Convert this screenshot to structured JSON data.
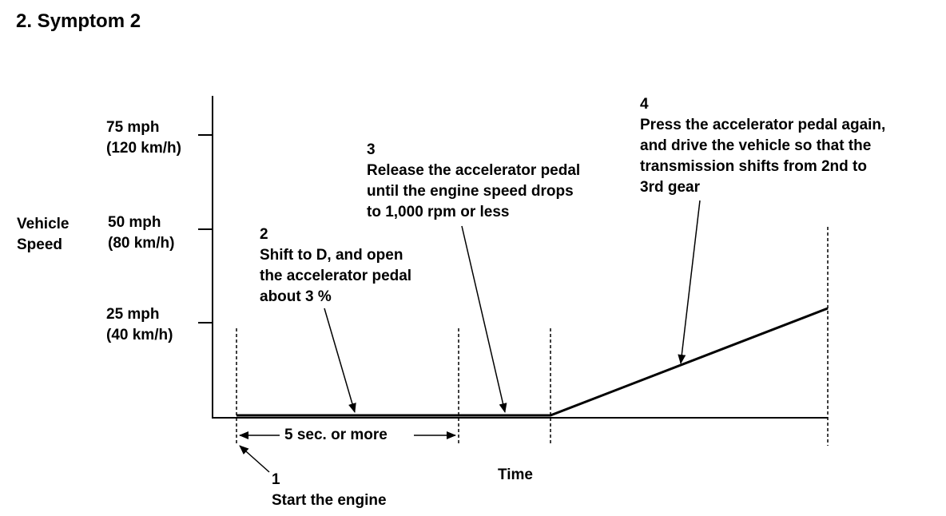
{
  "title": "2. Symptom 2",
  "y_axis": {
    "label": [
      "Vehicle",
      "Speed"
    ],
    "ticks": [
      {
        "mph": "75 mph",
        "kmh": "(120 km/h)"
      },
      {
        "mph": "50 mph",
        "kmh": "(80 km/h)"
      },
      {
        "mph": "25 mph",
        "kmh": "(40 km/h)"
      }
    ]
  },
  "x_axis": {
    "label": "Time"
  },
  "steps": [
    {
      "number": "1",
      "lines": [
        "Start the engine"
      ]
    },
    {
      "number": "2",
      "lines": [
        "Shift to D, and open",
        "the accelerator pedal",
        "about 3 %"
      ]
    },
    {
      "number": "3",
      "lines": [
        "Release the accelerator pedal",
        "until the engine speed drops",
        "to 1,000 rpm or less"
      ]
    },
    {
      "number": "4",
      "lines": [
        "Press the accelerator pedal again,",
        "and drive the vehicle so that the",
        "transmission shifts from 2nd to",
        "3rd gear"
      ]
    }
  ],
  "interval_label": "5 sec. or  more",
  "colors": {
    "line": "#000000",
    "background": "#ffffff"
  }
}
